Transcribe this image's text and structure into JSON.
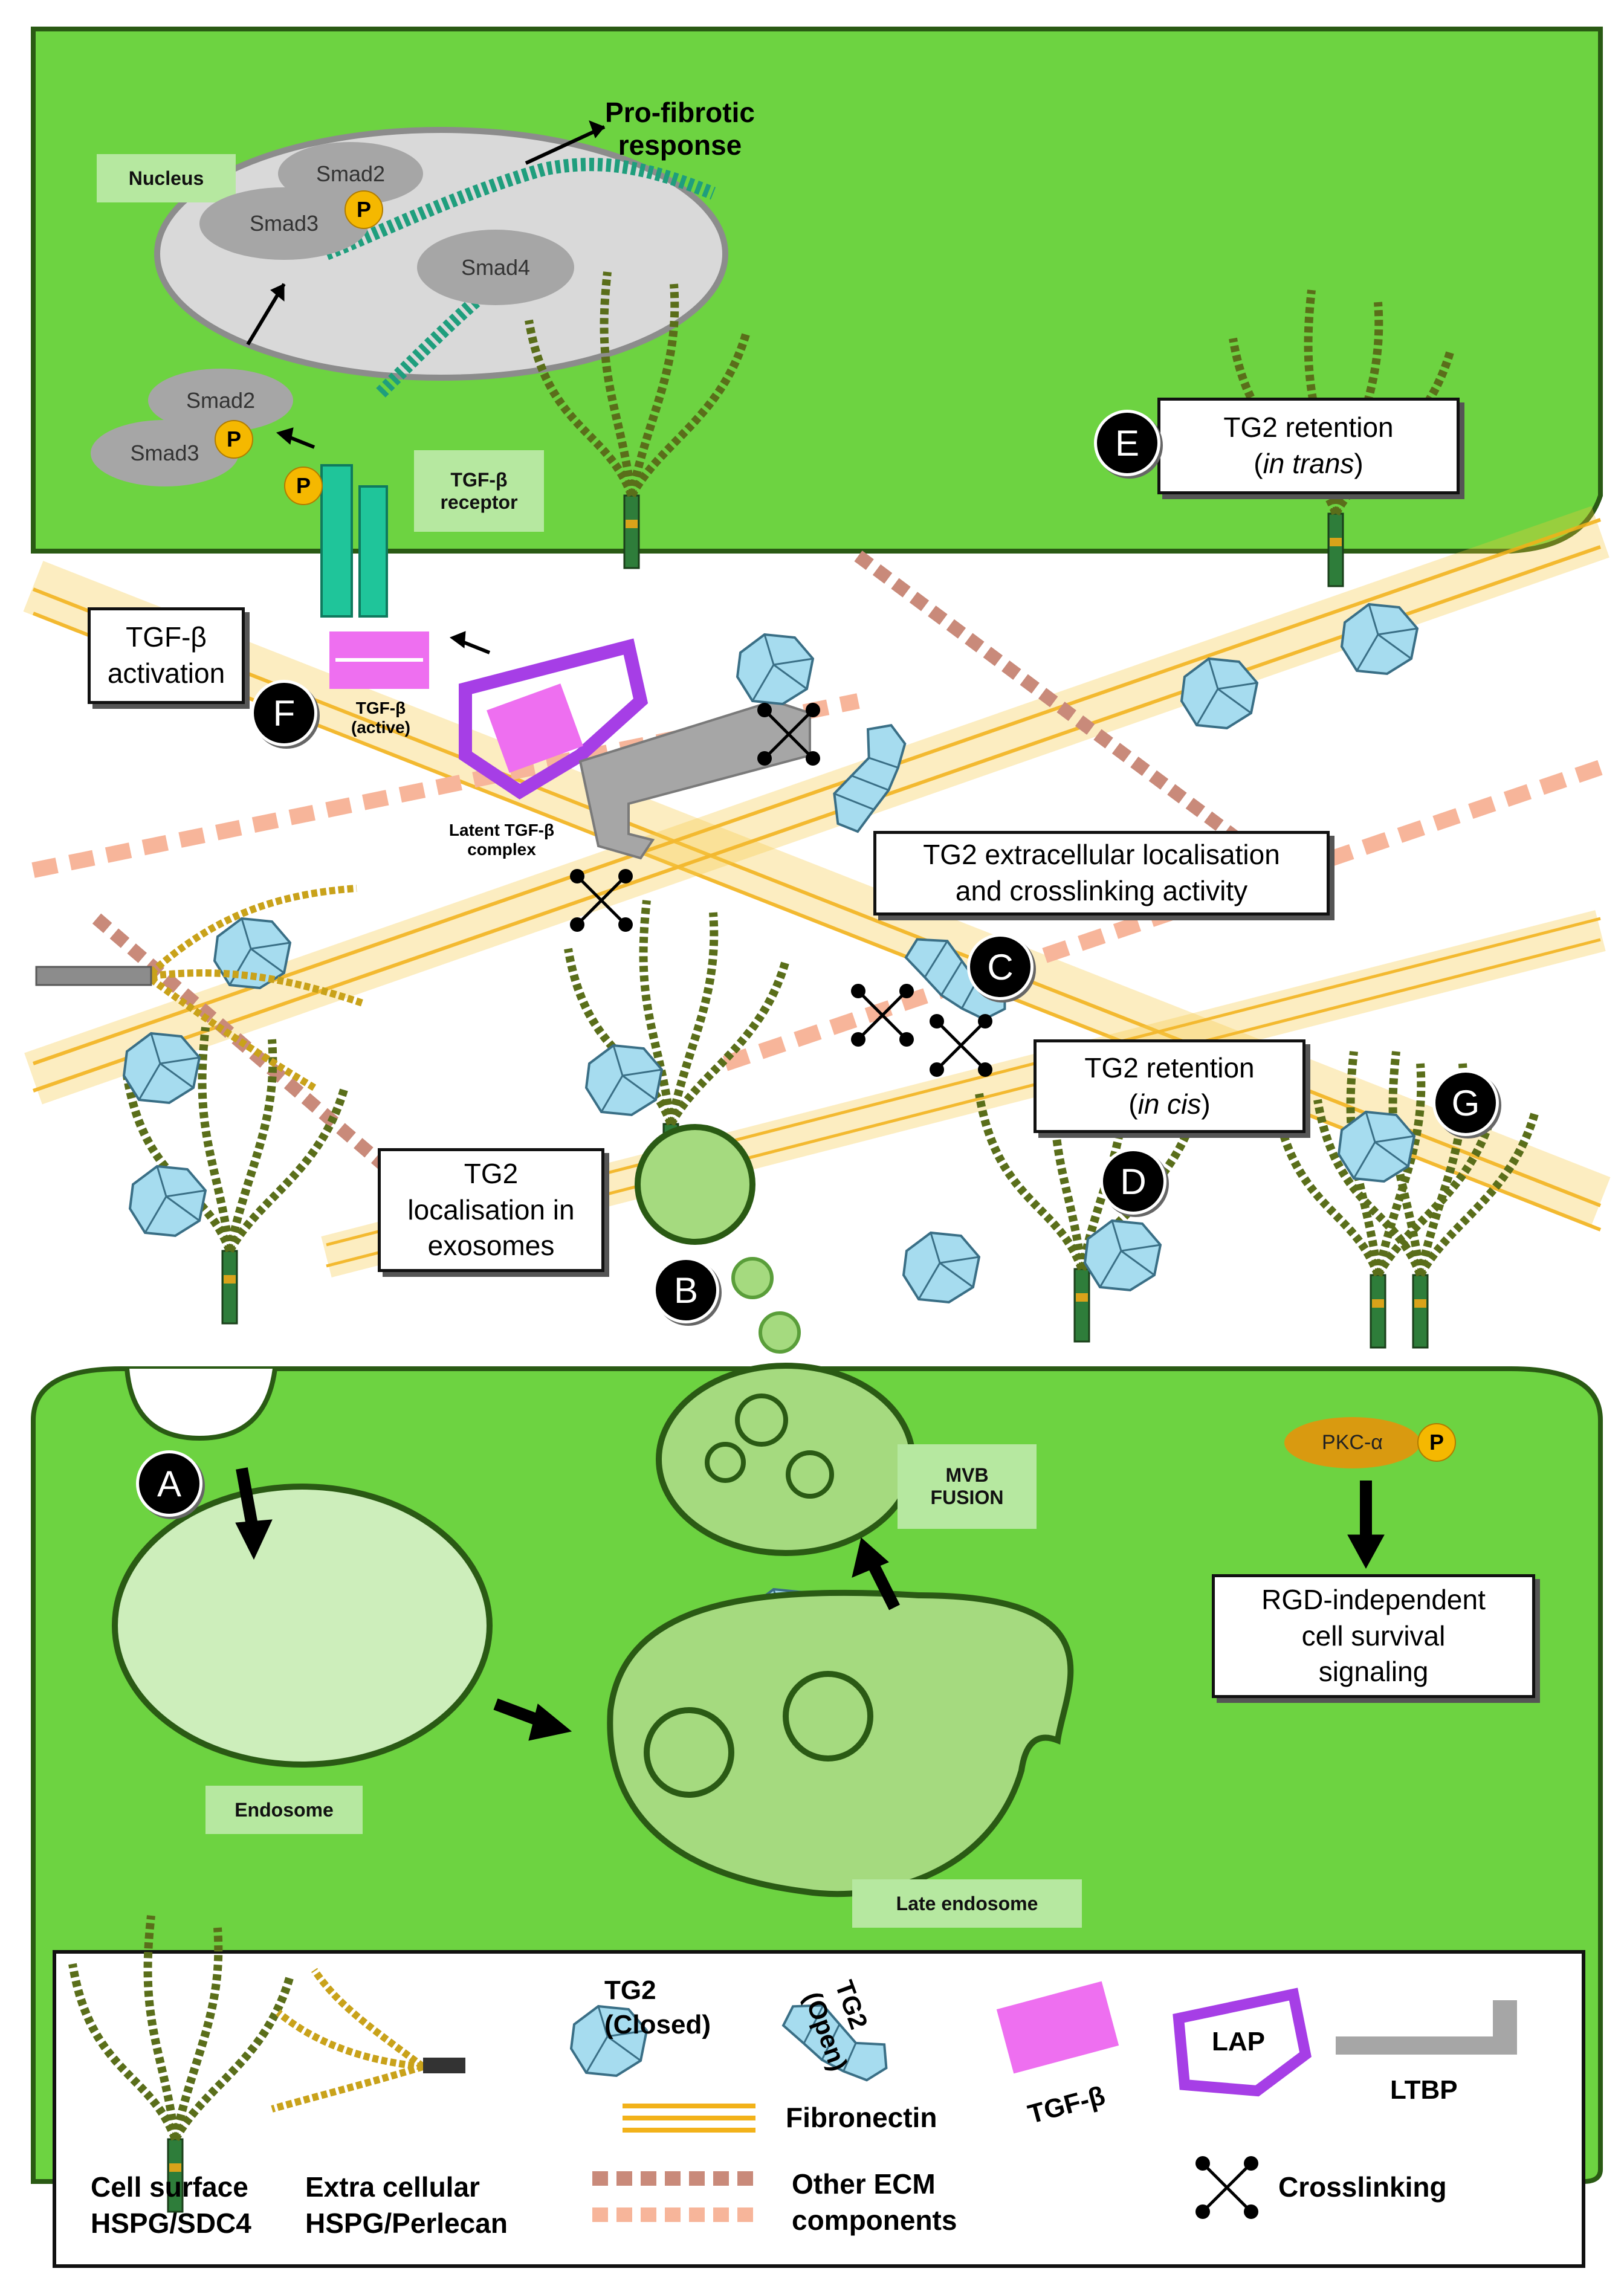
{
  "title": "",
  "colors": {
    "cell_green": "#6dd341",
    "membrane": "#2a5a14",
    "endosome": "#cdeebb",
    "fibronectin": "#f7c53a",
    "ecm_other": "#f7b59a",
    "tg2": "#a6dcef",
    "tgf_beta": "#ee6ff0",
    "lap": "#a63ee6",
    "ltbp": "#a6a6a6",
    "hspg": "#5a6e1a"
  },
  "nucleus": {
    "tag": "Nucleus",
    "smad2": "Smad2",
    "smad3": "Smad3",
    "smad4": "Smad4",
    "p": "P",
    "response": "Pro-fibrotic response"
  },
  "cytoplasm_smads": {
    "smad2": "Smad2",
    "smad3": "Smad3",
    "p": "P",
    "p2": "P"
  },
  "receptor_tag": "TGF-β receptor",
  "tgf_active": "TGF-β (active)",
  "latent_complex": "Latent TGF-β complex",
  "boxes": {
    "E_line1": "TG2 retention",
    "E_line2_pre": "(",
    "E_line2_it": "in trans",
    "E_line2_post": ")",
    "F_line1": "TGF-β",
    "F_line2": "activation",
    "C_line1": "TG2 extracellular localisation",
    "C_line2": "and crosslinking activity",
    "D_line1": "TG2 retention",
    "D_line2_pre": "(",
    "D_line2_it": "in cis",
    "D_line2_post": ")",
    "B_line1": "TG2",
    "B_line2": "localisation in",
    "B_line3": "exosomes",
    "G_line1": "RGD-independent",
    "G_line2": "cell survival",
    "G_line3": "signaling"
  },
  "circles": {
    "A": "A",
    "B": "B",
    "C": "C",
    "D": "D",
    "E": "E",
    "F": "F",
    "G": "G"
  },
  "tags": {
    "mvb1": "MVB",
    "mvb2": "FUSION",
    "endosome": "Endosome",
    "late_endosome": "Late endosome"
  },
  "pkc": {
    "label": "PKC-α",
    "p": "P"
  },
  "legend": {
    "cell_surface_1": "Cell surface",
    "cell_surface_2": "HSPG/SDC4",
    "extra_1": "Extra cellular",
    "extra_2": "HSPG/Perlecan",
    "tg2_closed_1": "TG2",
    "tg2_closed_2": "(Closed)",
    "tg2_open_1": "TG2",
    "tg2_open_2": "(Open)",
    "tgf": "TGF-β",
    "lap": "LAP",
    "ltbp": "LTBP",
    "fibronectin": "Fibronectin",
    "other_ecm_1": "Other ECM",
    "other_ecm_2": "components",
    "crosslinking": "Crosslinking"
  }
}
